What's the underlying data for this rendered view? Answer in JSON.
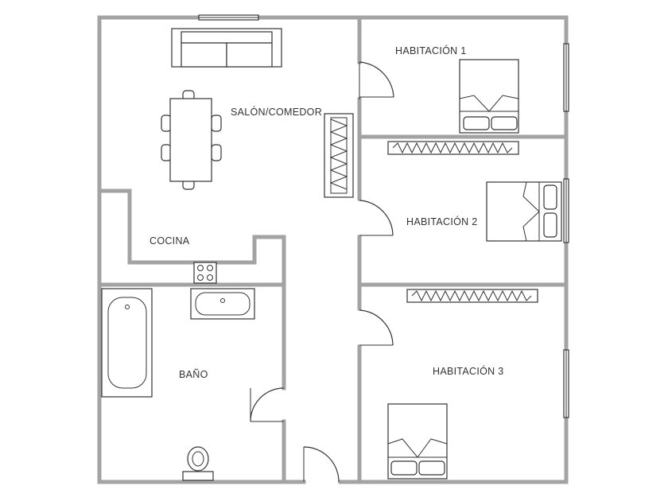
{
  "rooms": {
    "living": "SALÓN/COMEDOR",
    "bedroom1": "HABITACIÓN  1",
    "bedroom2": "HABITACIÓN  2",
    "bedroom3": "HABITACIÓN  3",
    "kitchen": "COCINA",
    "bathroom": "BAÑO"
  },
  "colors": {
    "wall": "#a3a3a3",
    "line": "#333333",
    "background": "#ffffff"
  }
}
